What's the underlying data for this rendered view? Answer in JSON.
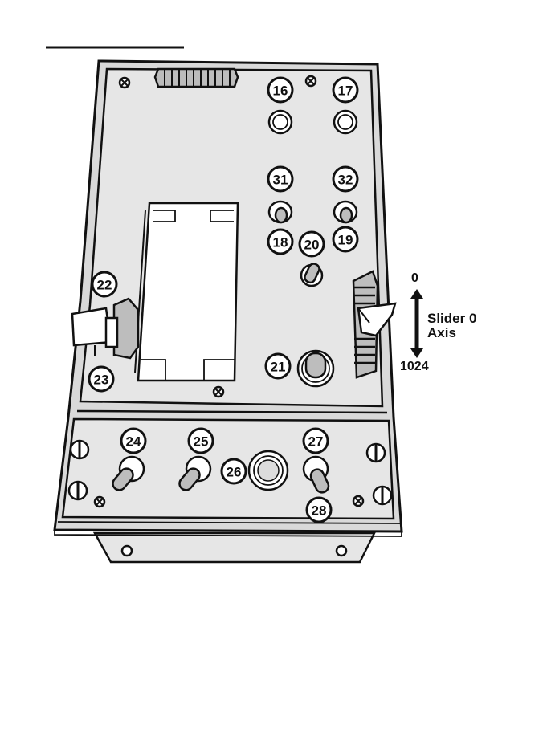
{
  "callouts": [
    "16",
    "17",
    "31",
    "32",
    "18",
    "20",
    "19",
    "22",
    "21",
    "23",
    "24",
    "25",
    "27",
    "26",
    "28"
  ],
  "slider_axis": {
    "min_label": "0",
    "max_label": "1024",
    "name_line1": "Slider 0",
    "name_line2": "Axis"
  },
  "footer_text": "",
  "colors": {
    "ink": "#111111",
    "panel": "#d9d9d9",
    "background": "#ffffff"
  }
}
